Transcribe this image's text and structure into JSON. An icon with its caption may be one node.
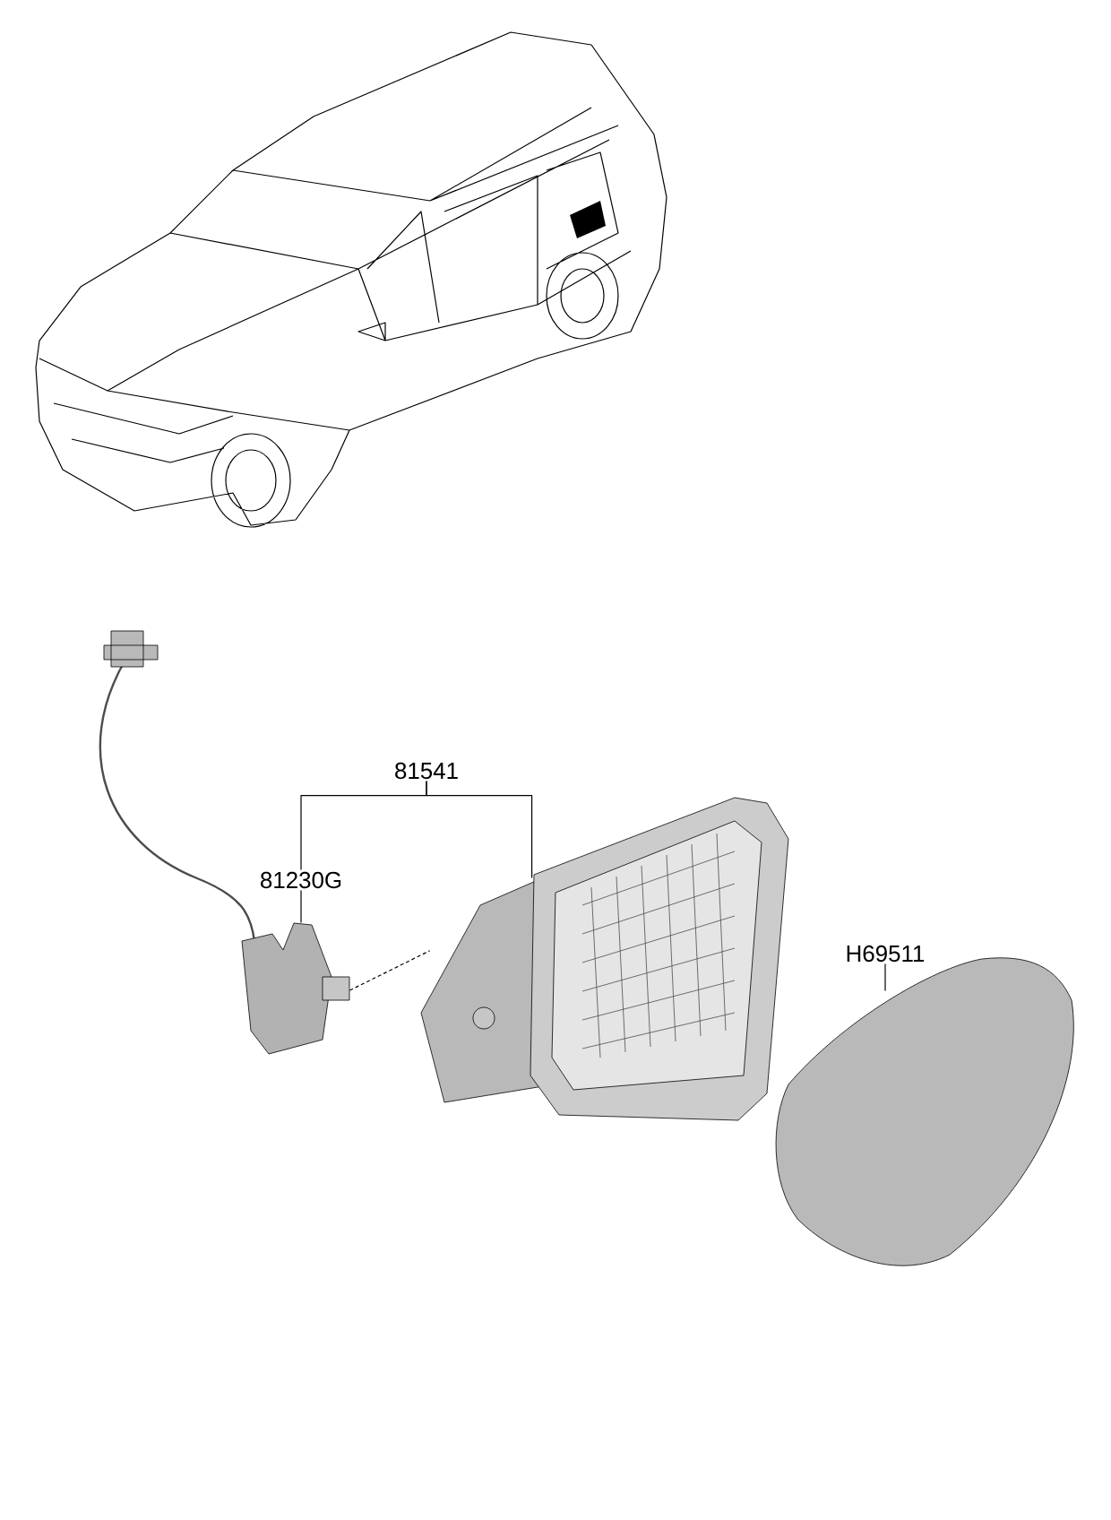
{
  "diagram": {
    "nodes": [
      {
        "text": [
          "81541"
        ]
      },
      {
        "text": [
          "81230G"
        ]
      },
      {
        "text": [
          "H69511"
        ]
      },
      {
        "text": [],
        "shape": "picture"
      },
      {
        "text": [],
        "shape": "picture"
      },
      {
        "text": [],
        "shape": "picture"
      }
    ],
    "edges": [
      {
        "from": 0,
        "to": 1,
        "arrow": "none"
      },
      {
        "from": 0,
        "to": 4,
        "arrow": "none"
      },
      {
        "from": 1,
        "to": 3,
        "arrow": "none"
      },
      {
        "from": 2,
        "to": 5,
        "arrow": "none"
      },
      {
        "from": 3,
        "to": 4,
        "arrow": "none",
        "style": "dashed"
      }
    ]
  }
}
